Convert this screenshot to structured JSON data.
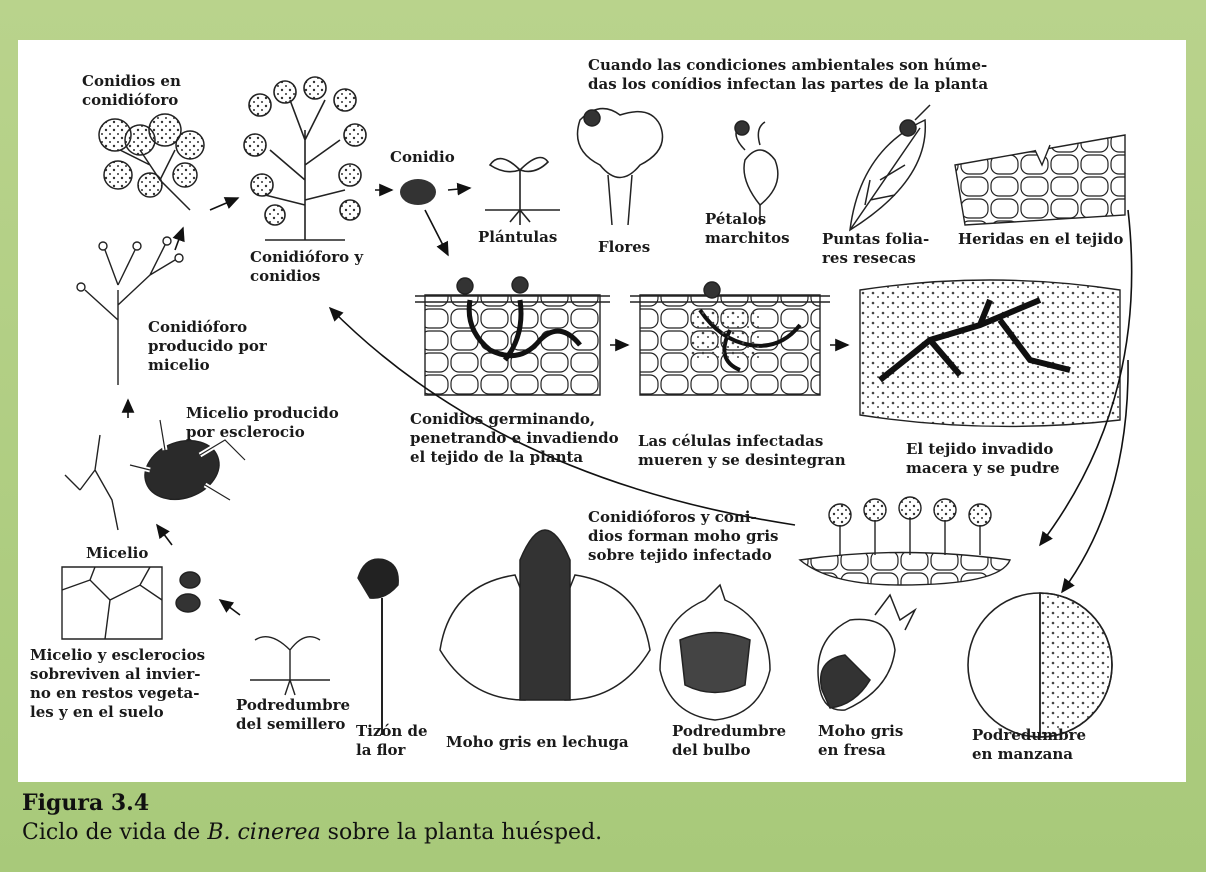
{
  "labels": {
    "conidios_conidioforo": "Conidios en\nconidióforo",
    "conidioforo_conidios": "Conidióforo y\nconidios",
    "conidio": "Conidio",
    "plantulas": "Plántulas",
    "flores": "Flores",
    "petalos": "Pétalos\nmarchitos",
    "puntas": "Puntas folia-\nres resecas",
    "heridas": "Heridas en el tejido",
    "humedas": "Cuando las condiciones ambientales son húme-\ndas los conídios infectan las partes de la planta",
    "conidioforo_micelio": "Conidióforo\nproducido por\nmicelio",
    "micelio_esclerocio": "Micelio producido\npor esclerocio",
    "germinando": "Conidios germinando,\npenetrando e invadiendo\nel tejido de la planta",
    "celulas": "Las células infectadas\nmueren y se desintegran",
    "tejido": "El tejido invadido\nmacera y se pudre",
    "conidioforos_moho": "Conidióforos y coni-\ndios forman moho gris\nsobre tejido infectado",
    "micelio": "Micelio",
    "micelio_sobreviven": "Micelio y esclerocios\nsobreviven al invier-\nno en restos vegeta-\nles y en el suelo",
    "semillero": "Podredumbre\ndel semillero",
    "tizon": "Tizón de\nla flor",
    "lechuga": "Moho gris en lechuga",
    "bulbo": "Podredumbre\ndel bulbo",
    "fresa": "Moho gris\nen fresa",
    "manzana": "Podredumbre\nen manzana"
  },
  "caption": {
    "number": "Figura 3.4",
    "text_before": "Ciclo de vida de ",
    "species": "B. cinerea",
    "text_after": " sobre la planta huésped."
  },
  "colors": {
    "frame": "#a8c97a",
    "ink": "#1a1a1a"
  }
}
